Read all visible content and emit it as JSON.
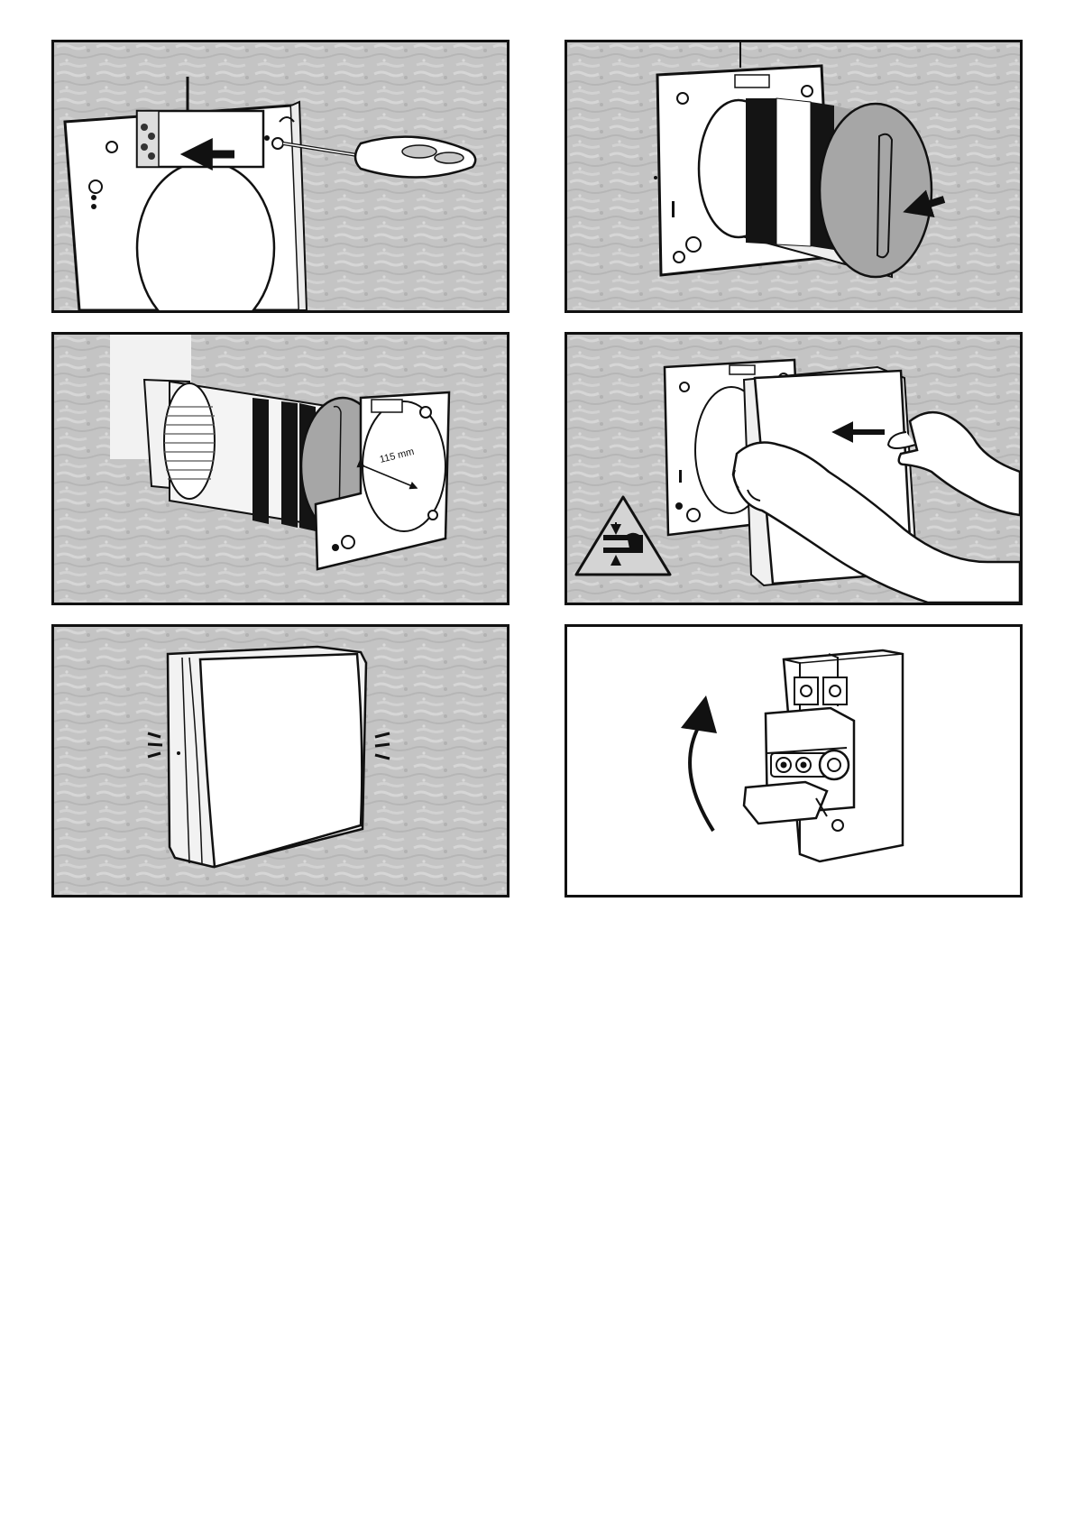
{
  "colors": {
    "wall_background": "#c4c4c4",
    "wall_texture": "#d6d6d6",
    "panel_border": "#111111",
    "line": "#111111",
    "part_fill": "#ffffff",
    "dark_band": "#141414",
    "grey_part": "#a6a6a6",
    "warning_fill": "#d4d4d4"
  },
  "steps": [
    {
      "id": 1,
      "icons": [
        "mounting-plate-icon",
        "screwdriver-icon",
        "arrow-left-icon"
      ]
    },
    {
      "id": 2,
      "icons": [
        "fan-unit-cylinder-icon",
        "arrow-insert-icon"
      ]
    },
    {
      "id": 3,
      "icons": [
        "wall-duct-icon",
        "dimension-arrow-icon"
      ],
      "dimension_label": "115 mm"
    },
    {
      "id": 4,
      "icons": [
        "hands-icon",
        "front-cover-icon",
        "arrow-left-icon",
        "crush-hazard-warning-icon"
      ]
    },
    {
      "id": 5,
      "icons": [
        "closed-cover-icon",
        "click-lines-icon"
      ]
    },
    {
      "id": 6,
      "icons": [
        "circuit-breaker-icon",
        "curved-arrow-up-icon"
      ]
    }
  ]
}
